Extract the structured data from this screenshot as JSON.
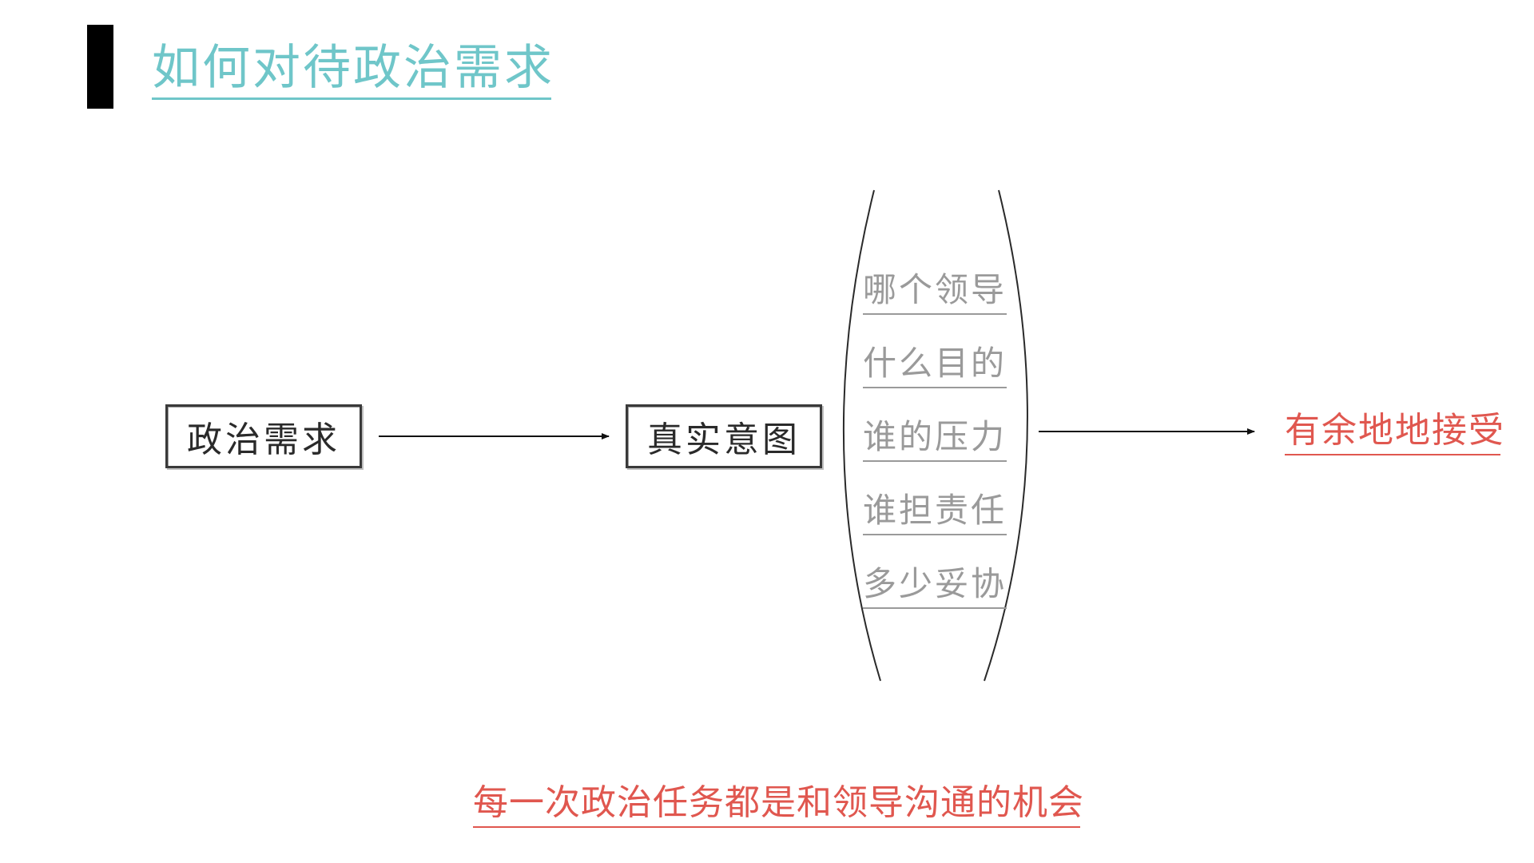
{
  "title": "如何对待政治需求",
  "flow": {
    "step1": "政治需求",
    "step2": "真实意图",
    "factors": [
      "哪个领导",
      "什么目的",
      "谁的压力",
      "谁担责任",
      "多少妥协"
    ],
    "result": "有余地地接受"
  },
  "footer": "每一次政治任务都是和领导沟通的机会",
  "colors": {
    "title": "#6fc6c9",
    "accent_red": "#e0574f",
    "factor_gray": "#9a9a9a",
    "line_dark": "#111111"
  }
}
